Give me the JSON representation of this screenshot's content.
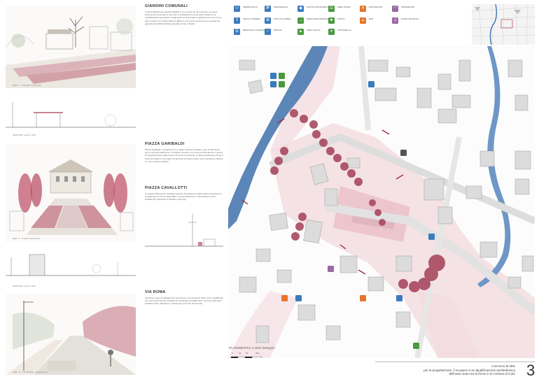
{
  "sketches": [
    {
      "caption": "SEZ. 1 - Giardini Comunali"
    },
    {
      "caption": "SEZIONE scala 1:500"
    },
    {
      "caption": "SEZ. 2 - Piazza Garibaldi"
    },
    {
      "caption": "SEZIONE scala 1:500"
    },
    {
      "caption": "SEZ. 3 - VIA ROMA - prospettiva"
    }
  ],
  "sections": {
    "giardini": {
      "title": "GIARDINI COMUNALI",
      "text": "Il valore dell'area dei giardini pubblici e di un centro per la comunità. La nuova sistemazione prevede un percorso di collegamento tra gli edifici esistenti. La riqualificazione dei giardini e degli spazi verdi prevede la realizzazione di un nuovo parco urbano con pavimentazioni differenti. Gli spazi e gli arredi sono pensati per garantire la fruibilità dell'area da parte di tutti i cittadini."
    },
    "garibaldi": {
      "title": "PIAZZA GARIBALDI",
      "text": "Piazza Garibaldi è il progetto di uno spazio urbano di qualità, punto di riferimento per la comunità della Pieve. Il progetto prevede una nuova pavimentazione in pietra, la riorganizzazione della sosta e dei percorsi pedonali, un filare di alberature lungo il fronte del palazzo comunale. Gli elementi di arredo urbano sono pensati per definire un nuovo spazio pubblico."
    },
    "cavallotti": {
      "title": "PIAZZA CAVALLOTTI",
      "text": "Il progetto della piazza Cavallotti prevede l'ampliamento dello spazio pedonale fino a raggiungere il fronte degli edifici. La pavimentazione e l'illuminazione sono studiate per valorizzare il carattere del luogo."
    },
    "viaroma": {
      "title": "VIA ROMA",
      "text": "Via Roma, asse di collegamento tra la Pieve e la Certosa di Calci, viene riqualificata con una nuova sezione stradale che privilegia la mobilità dolce: percorsi pedonali e ciclabili protetti, alberature e sedute lungo il fronte del torrente."
    }
  },
  "legend": [
    {
      "icon_name": "bus-stop-icon",
      "label": "FERMATA BUS",
      "color": "#3b7bbd"
    },
    {
      "icon_name": "parking-icon",
      "label": "PARCHEGGIO",
      "color": "#3b7bbd"
    },
    {
      "icon_name": "camera-icon",
      "label": "PUNTO PANORAMICO",
      "color": "#3b7bbd"
    },
    {
      "icon_name": "picnic-icon",
      "label": "AREA PICNIC",
      "color": "#4a9a3f"
    },
    {
      "icon_name": "restaurant-icon",
      "label": "RISTORANTE",
      "color": "#e6742a"
    },
    {
      "icon_name": "hat-icon",
      "label": "ANIMAZIONE",
      "color": "#9a6aa4"
    },
    {
      "icon_name": "info-board-icon",
      "label": "INFO E TURISMO",
      "color": "#3b7bbd"
    },
    {
      "icon_name": "bike-icon",
      "label": "PISTA CICLABILE",
      "color": "#3b7bbd"
    },
    {
      "icon_name": "walk-icon",
      "label": "PERCORSO PEDONALE",
      "color": "#4a9a3f"
    },
    {
      "icon_name": "tree-icon",
      "label": "PARCO",
      "color": "#4a9a3f"
    },
    {
      "icon_name": "bar-icon",
      "label": "BAR",
      "color": "#e6742a"
    },
    {
      "icon_name": "music-icon",
      "label": "EVENTI MUSICALI",
      "color": "#9a6aa4"
    },
    {
      "icon_name": "library-icon",
      "label": "BIBLIOTECA COMUNALE",
      "color": "#3b7bbd"
    },
    {
      "icon_name": "wc-icon",
      "label": "SERVIZI",
      "color": "#3b7bbd"
    },
    {
      "icon_name": "playground-icon",
      "label": "AREA GIOCHI",
      "color": "#4a9a3f"
    },
    {
      "icon_name": "fountain-icon",
      "label": "FONTANELLO",
      "color": "#4a9a3f"
    }
  ],
  "plan": {
    "label": "PLANIMETRIA 1:500 dettaglio",
    "scale_ticks": [
      "0",
      "10",
      "20",
      "50m"
    ]
  },
  "footer": {
    "line1": "Concorso di idee",
    "line2": "per la progettazione, il recupero e la riqualificazione architettonica",
    "line3": "dell'asse viario tra la Pieve e la Certosa di Calci",
    "page_number": "3"
  }
}
